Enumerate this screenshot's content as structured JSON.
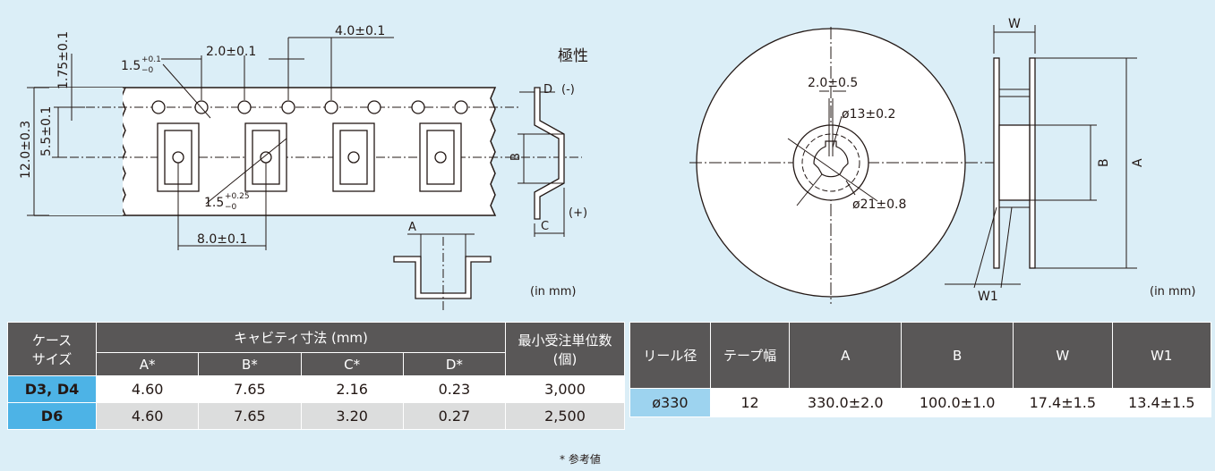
{
  "tape_diagram": {
    "dim_pitch_hole": "4.0±0.1",
    "dim_pitch_cavity_small": "2.0±0.1",
    "dim_edge": "1.75±0.1",
    "dim_width": "12.0±0.3",
    "dim_center": "5.5±0.1",
    "dim_hole_d_main": "1.5",
    "dim_hole_d_tol_up": "+0.1",
    "dim_hole_d_tol_dn": "−0",
    "dim_cavity_hole_main": "1.5",
    "dim_cavity_hole_tol_up": "+0.25",
    "dim_cavity_hole_tol_dn": "−0",
    "dim_cavity_pitch": "8.0±0.1",
    "polarity_label": "極性",
    "polarity_minus": "(-)",
    "polarity_plus": "(+)",
    "label_A": "A",
    "label_B": "B",
    "label_C": "C",
    "label_D": "D",
    "unit": "(in mm)"
  },
  "reel_diagram": {
    "dim_slot": "2.0±0.5",
    "dim_hub": "ø13±0.2",
    "dim_flange_hole": "ø21±0.8",
    "label_W": "W",
    "label_W1": "W1",
    "label_A": "A",
    "label_B": "B",
    "unit": "(in mm)"
  },
  "tape_table": {
    "case_header": "ケース\nサイズ",
    "cavity_header": "キャビティ寸法 (mm)",
    "moq_header": "最小受注単位数\n(個)",
    "sub_headers": [
      "A*",
      "B*",
      "C*",
      "D*"
    ],
    "rows": [
      {
        "case": "D3, D4",
        "a": "4.60",
        "b": "7.65",
        "c": "2.16",
        "d": "0.23",
        "moq": "3,000"
      },
      {
        "case": "D6",
        "a": "4.60",
        "b": "7.65",
        "c": "3.20",
        "d": "0.27",
        "moq": "2,500"
      }
    ],
    "footnote": "* 参考値"
  },
  "reel_table": {
    "headers": [
      "リール径",
      "テープ幅",
      "A",
      "B",
      "W",
      "W1"
    ],
    "row": [
      "ø330",
      "12",
      "330.0±2.0",
      "100.0±1.0",
      "17.4±1.5",
      "13.4±1.5"
    ]
  }
}
